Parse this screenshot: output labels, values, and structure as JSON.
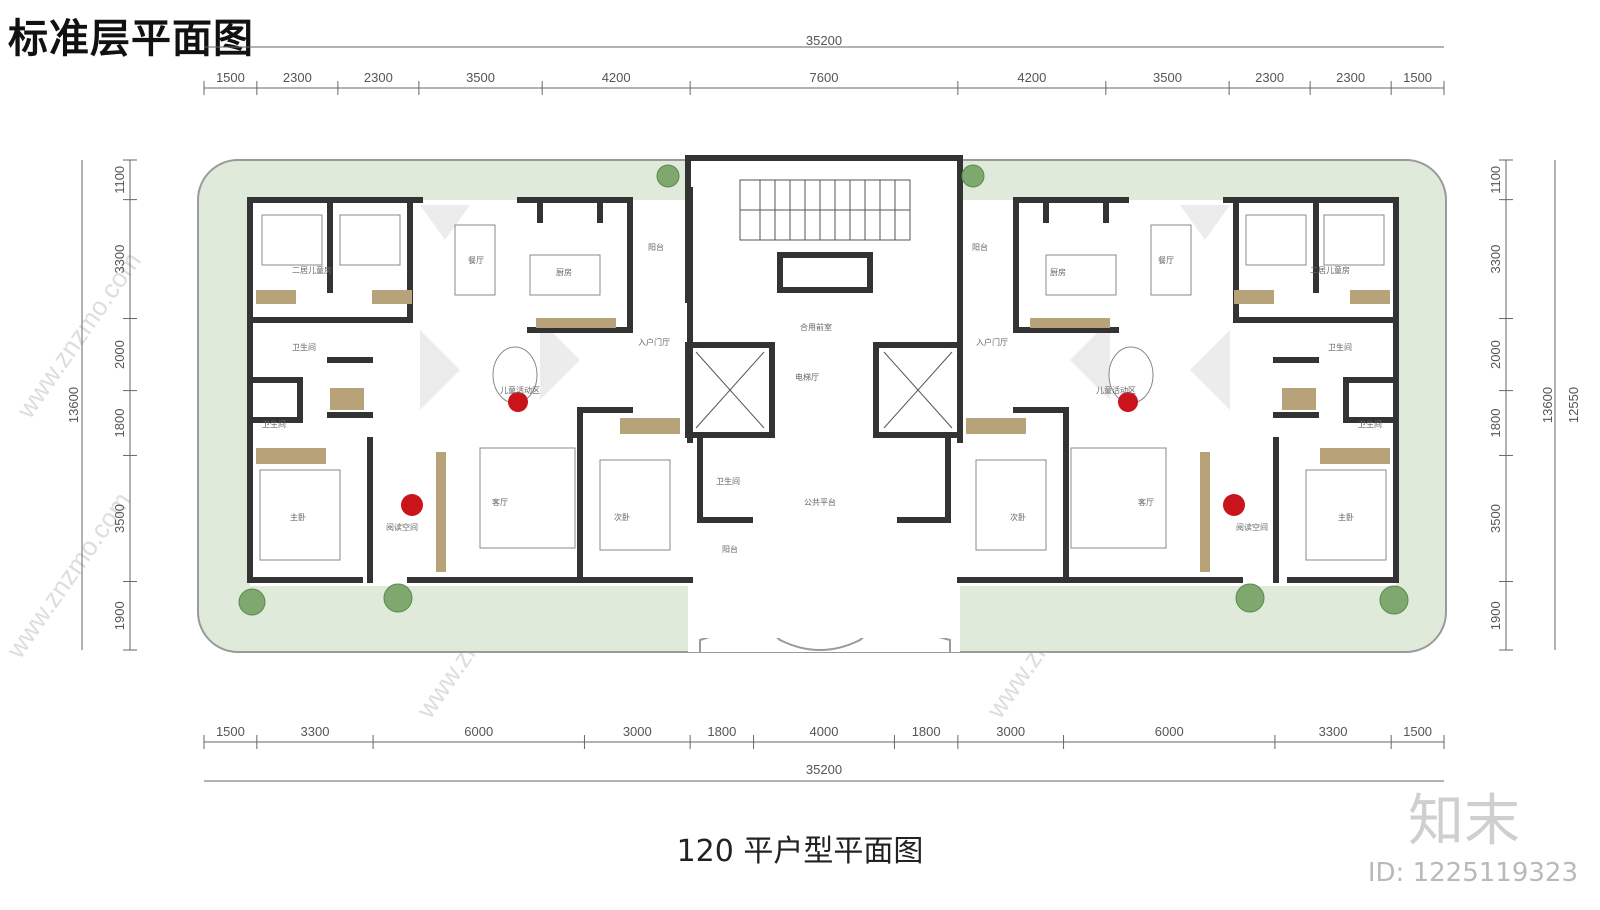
{
  "title": "标准层平面图",
  "caption": "120 平户型平面图",
  "watermark": {
    "brand": "知末",
    "id": "ID: 1225119323",
    "site": "www.znzmo.com"
  },
  "dimensions": {
    "top_total": "35200",
    "top_segments": [
      "1500",
      "2300",
      "2300",
      "3500",
      "4200",
      "7600",
      "4200",
      "3500",
      "2300",
      "2300",
      "1500"
    ],
    "bottom_total": "35200",
    "bottom_segments": [
      "1500",
      "3300",
      "6000",
      "3000",
      "1800",
      "4000",
      "1800",
      "3000",
      "6000",
      "3300",
      "1500"
    ],
    "left_total": "13600",
    "left_segments": [
      "1100",
      "3300",
      "2000",
      "1800",
      "3500",
      "1900"
    ],
    "right_total": "13600",
    "right_segments": [
      "1100",
      "3300",
      "2000",
      "1800",
      "3500",
      "1900"
    ],
    "right_outer": "12550"
  },
  "rooms": {
    "left": [
      "二居儿童房",
      "餐厅",
      "厨房",
      "卫生间",
      "儿童活动区",
      "卫生间",
      "主卧",
      "阅读空间",
      "客厅",
      "次卧",
      "入户门厅",
      "阳台"
    ],
    "core": [
      "合用前室",
      "电梯厅",
      "卫生间",
      "阳台",
      "公共平台"
    ],
    "right": [
      "二居儿童房",
      "餐厅",
      "厨房",
      "卫生间",
      "儿童活动区",
      "卫生间",
      "主卧",
      "阅读空间",
      "客厅",
      "次卧",
      "入户门厅",
      "阳台"
    ]
  },
  "colors": {
    "garden": "#dfeadb",
    "wall": "#333333",
    "accent_dot": "#c9141c",
    "shade": "#e6e6e6",
    "wood": "#b8a27a"
  }
}
